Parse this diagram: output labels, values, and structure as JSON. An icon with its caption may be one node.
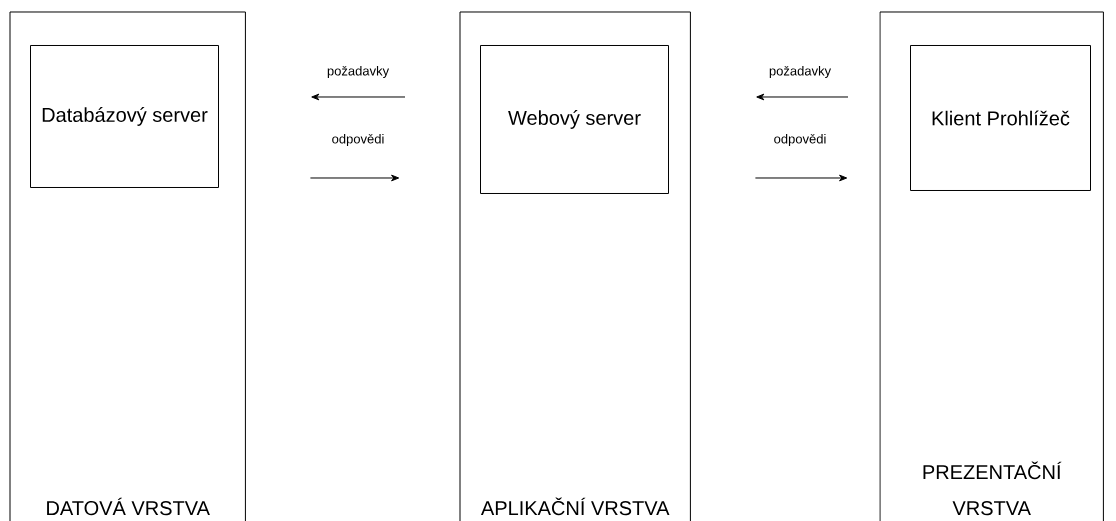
{
  "diagram": {
    "nodes": [
      {
        "text": [
          "DATOVÁ VRSTVA"
        ]
      },
      {
        "text": [
          "Databázový server"
        ],
        "in": 0
      },
      {
        "text": [
          "APLIKAČNÍ VRSTVA"
        ]
      },
      {
        "text": [
          "Webový server"
        ],
        "in": 2
      },
      {
        "text": [
          "PREZENTAČNÍ VRSTVA"
        ]
      },
      {
        "text": [
          "Klient Prohlížeč"
        ],
        "in": 4
      }
    ],
    "edges": [
      {
        "from": 2,
        "to": 0,
        "arrow": "to",
        "label": "požadavky"
      },
      {
        "from": 0,
        "to": 2,
        "arrow": "to",
        "label": "odpovědi"
      },
      {
        "from": 4,
        "to": 2,
        "arrow": "to",
        "label": "požadavky"
      },
      {
        "from": 2,
        "to": 4,
        "arrow": "to",
        "label": "odpovědi"
      }
    ]
  }
}
